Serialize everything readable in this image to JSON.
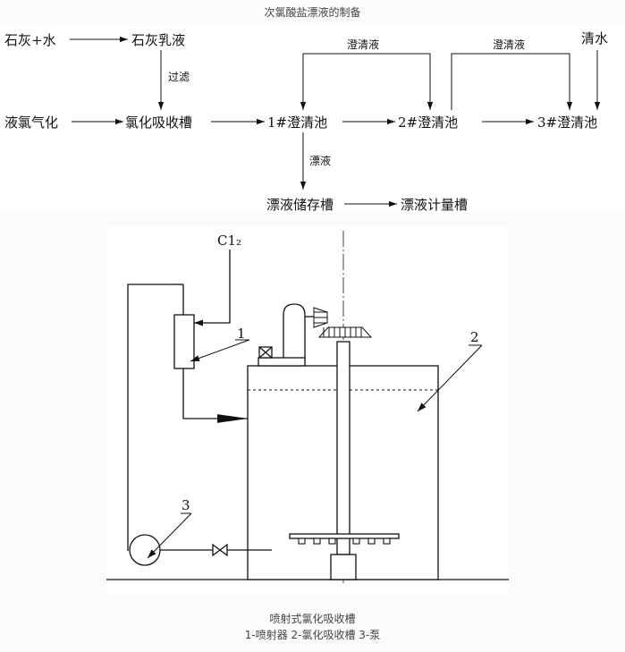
{
  "flow": {
    "title": "次氯酸盐漂液的制备",
    "nodes": {
      "lime_water": "石灰+水",
      "lime_milk": "石灰乳液",
      "liquid_chlorine": "液氯气化",
      "absorb_tank": "氯化吸收槽",
      "clar1": "1#澄清池",
      "clar2": "2#澄清池",
      "clar3": "3#澄清池",
      "clear_water": "清水",
      "storage": "漂液储存槽",
      "metering": "漂液计量槽"
    },
    "edge_labels": {
      "filter": "过滤",
      "clear1": "澄清液",
      "clear2": "澄清液",
      "bleach": "漂液"
    }
  },
  "equipment": {
    "cl2": "C1₂",
    "part1": "1",
    "part2": "2",
    "part3": "3"
  },
  "caption": {
    "title": "喷射式氯化吸收槽",
    "legend": "1-喷射器 2-氯化吸收槽 3-泵"
  }
}
